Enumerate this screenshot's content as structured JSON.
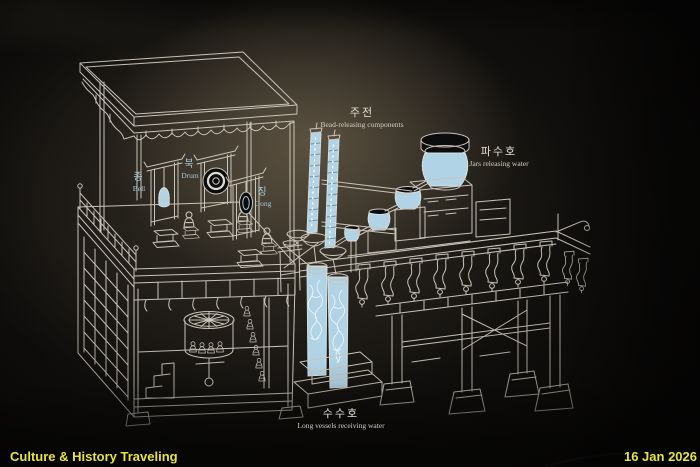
{
  "diagram": {
    "labels": {
      "bead_components": {
        "ko": "주전",
        "en": "Bead-releasing components"
      },
      "jars_releasing": {
        "ko": "파수호",
        "en": "Jars releasing water"
      },
      "vessels_receiving": {
        "ko": "수수호",
        "en": "Long vessels receiving water"
      },
      "bell": {
        "ko": "종",
        "en": "Bell"
      },
      "drum": {
        "ko": "북",
        "en": "Drum"
      },
      "gong": {
        "ko": "징",
        "en": "Gong"
      }
    },
    "colors": {
      "line": "#c9c4b9",
      "highlight": "#b0d4e6",
      "label_white": "#e2ddd0",
      "label_blue": "#a7c9da"
    }
  },
  "watermark": {
    "site": "Culture & History Traveling",
    "date": "16 Jan 2026",
    "color": "#e9e43c"
  }
}
